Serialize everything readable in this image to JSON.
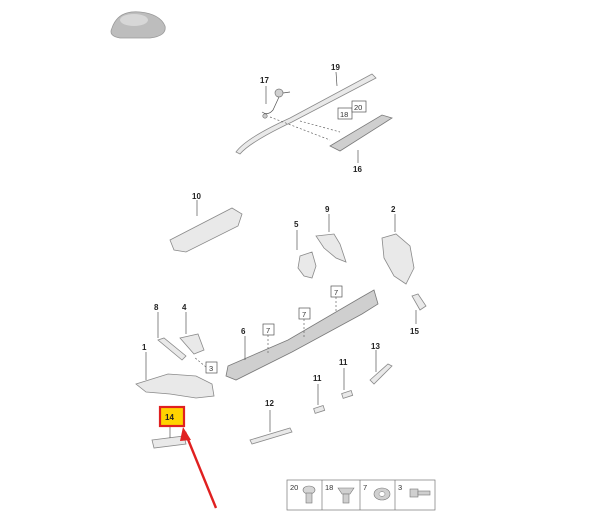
{
  "diagram": {
    "car_model_icon": "car-silhouette-icon",
    "callouts": {
      "c1": "1",
      "c2": "2",
      "c3": "3",
      "c4": "4",
      "c5": "5",
      "c6": "6",
      "c7a": "7",
      "c7b": "7",
      "c7c": "7",
      "c8": "8",
      "c9": "9",
      "c10": "10",
      "c11a": "11",
      "c11b": "11",
      "c12": "12",
      "c13": "13",
      "c14": "14",
      "c15": "15",
      "c16": "16",
      "c17": "17",
      "c18": "18",
      "c19": "19",
      "c20": "20"
    },
    "legend": [
      {
        "num": "20",
        "icon": "screw-icon"
      },
      {
        "num": "18",
        "icon": "clip-icon"
      },
      {
        "num": "7",
        "icon": "nut-icon"
      },
      {
        "num": "3",
        "icon": "bolt-icon"
      }
    ],
    "highlight_color": "#ffd400",
    "arrow_color": "#e02020"
  }
}
